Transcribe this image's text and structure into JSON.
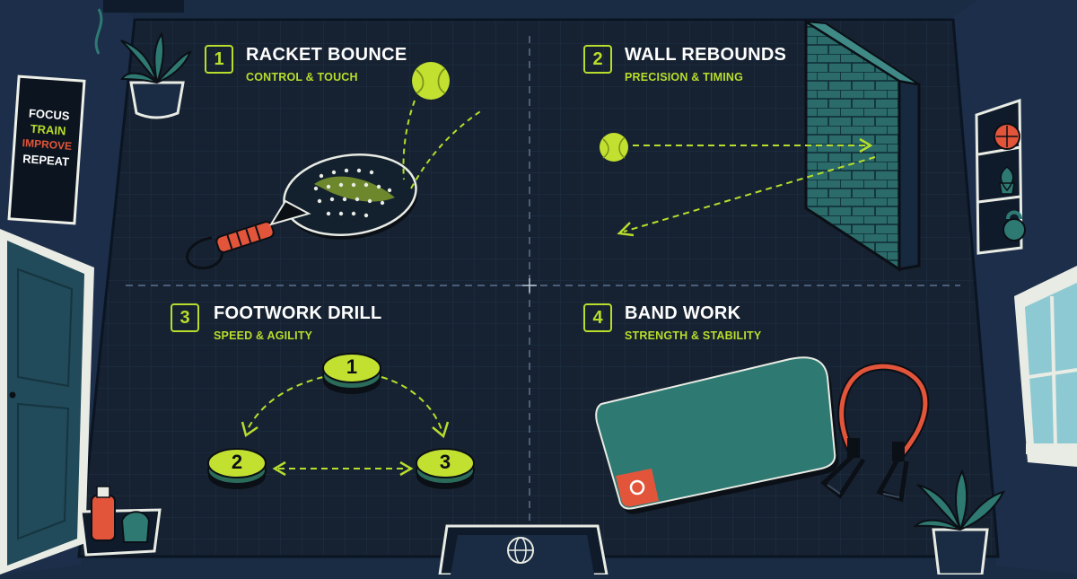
{
  "drills": [
    {
      "number": "1",
      "title": "RACKET BOUNCE",
      "subtitle": "CONTROL & TOUCH"
    },
    {
      "number": "2",
      "title": "WALL REBOUNDS",
      "subtitle": "PRECISION & TIMING"
    },
    {
      "number": "3",
      "title": "FOOTWORK DRILL",
      "subtitle": "SPEED & AGILITY"
    },
    {
      "number": "4",
      "title": "BAND WORK",
      "subtitle": "STRENGTH & STABILITY"
    }
  ],
  "cones": [
    "1",
    "2",
    "3"
  ],
  "poster": [
    "FOCUS",
    "TRAIN",
    "IMPROVE",
    "REPEAT"
  ],
  "colors": {
    "accent": "#b8dd2c",
    "floor": "#162231",
    "wall": "#1a2b44",
    "orange": "#e2553a",
    "teal": "#2e7a73"
  },
  "icons": [
    "padel-racket-icon",
    "tennis-ball-icon",
    "brick-wall-icon",
    "agility-cone-icon",
    "exercise-mat-icon",
    "resistance-band-icon",
    "potted-plant-icon",
    "shelf-icon",
    "door-icon",
    "window-icon",
    "water-bottle-icon",
    "globe-icon"
  ]
}
